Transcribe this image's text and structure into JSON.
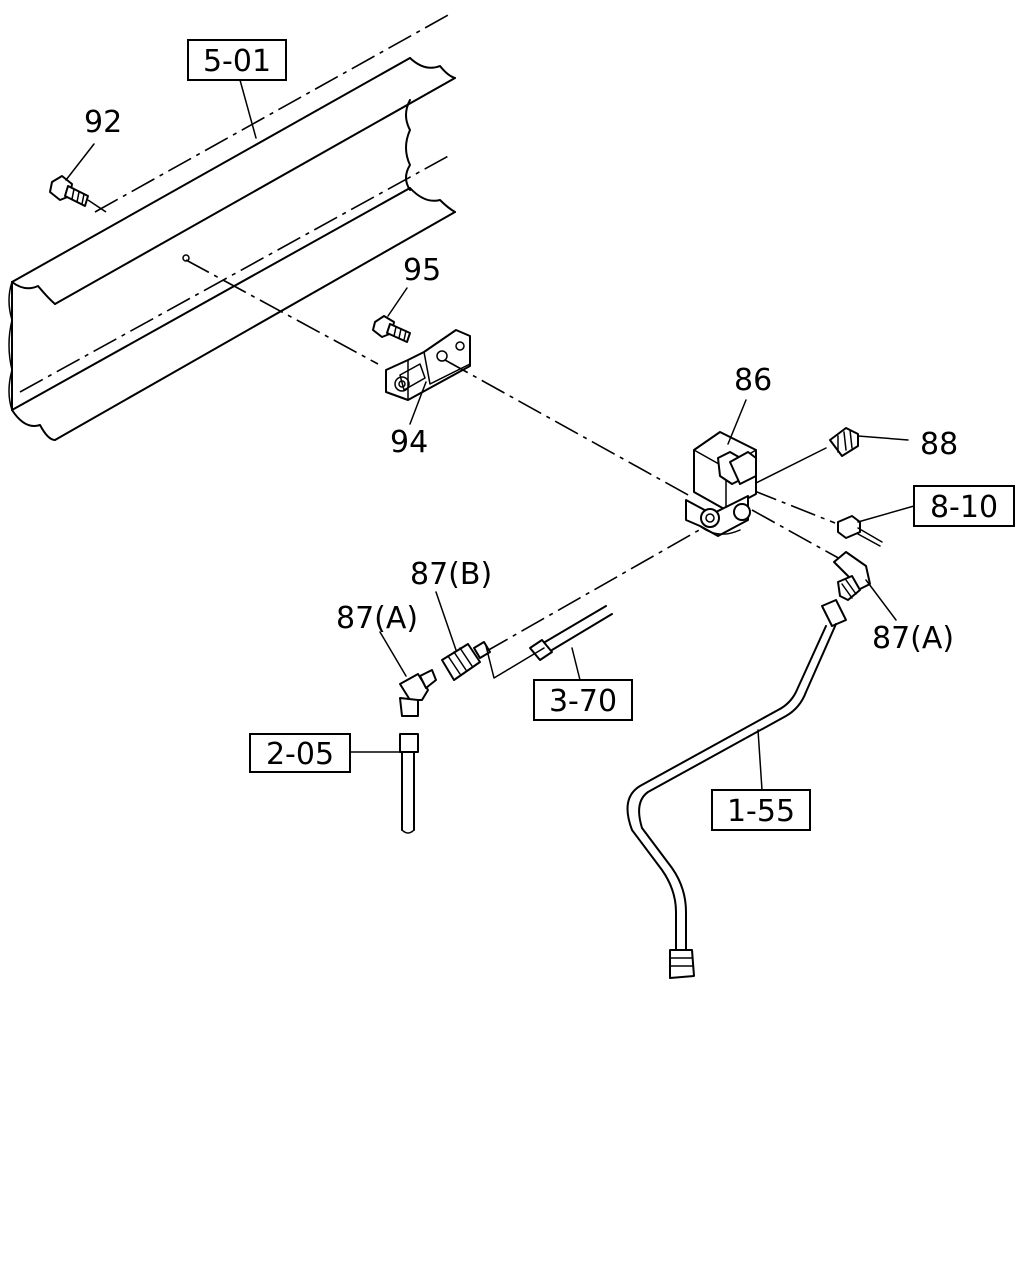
{
  "callouts": {
    "p92": "92",
    "p95": "95",
    "p94": "94",
    "p86": "86",
    "p88": "88",
    "p87b": "87(B)",
    "p87a_left": "87(A)",
    "p87a_right": "87(A)"
  },
  "references": {
    "r501": "5-01",
    "r810": "8-10",
    "r370": "3-70",
    "r205": "2-05",
    "r155": "1-55"
  }
}
